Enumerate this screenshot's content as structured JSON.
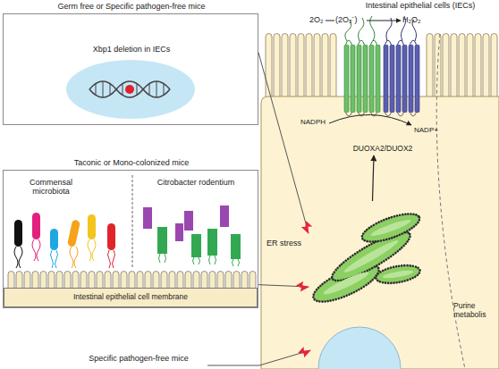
{
  "diagram": {
    "nodes": [
      {
        "text": [
          "Germ free or Specific pathogen-free mice",
          "Xbp1 deletion in IECs"
        ]
      },
      {
        "text": [
          "Intestinal epithelial cells (IECs)"
        ]
      },
      {
        "text": [
          "DUOXA2/DUOX2"
        ],
        "in": 1
      },
      {
        "text": [
          "Taconic or Mono-colonized mice",
          "Commensal microbiota",
          "Citrobacter rodentium"
        ]
      },
      {
        "text": [
          "Intestinal epithelial cell membrane"
        ],
        "in": 3
      },
      {
        "text": [
          "ER stress"
        ],
        "in": 1
      }
    ],
    "edges": [
      {
        "from": 0,
        "to": 5,
        "arrow": "to"
      },
      {
        "from": 3,
        "to": 5,
        "arrow": "to"
      },
      {
        "from": 5,
        "to": 2,
        "arrow": "to"
      }
    ],
    "labels": [
      "2O₂",
      "(2O₂⁻)",
      "H₂O₂",
      "NADPH",
      "NADP+",
      "Purine metabolis",
      "Specific pathogen-free mice"
    ]
  }
}
